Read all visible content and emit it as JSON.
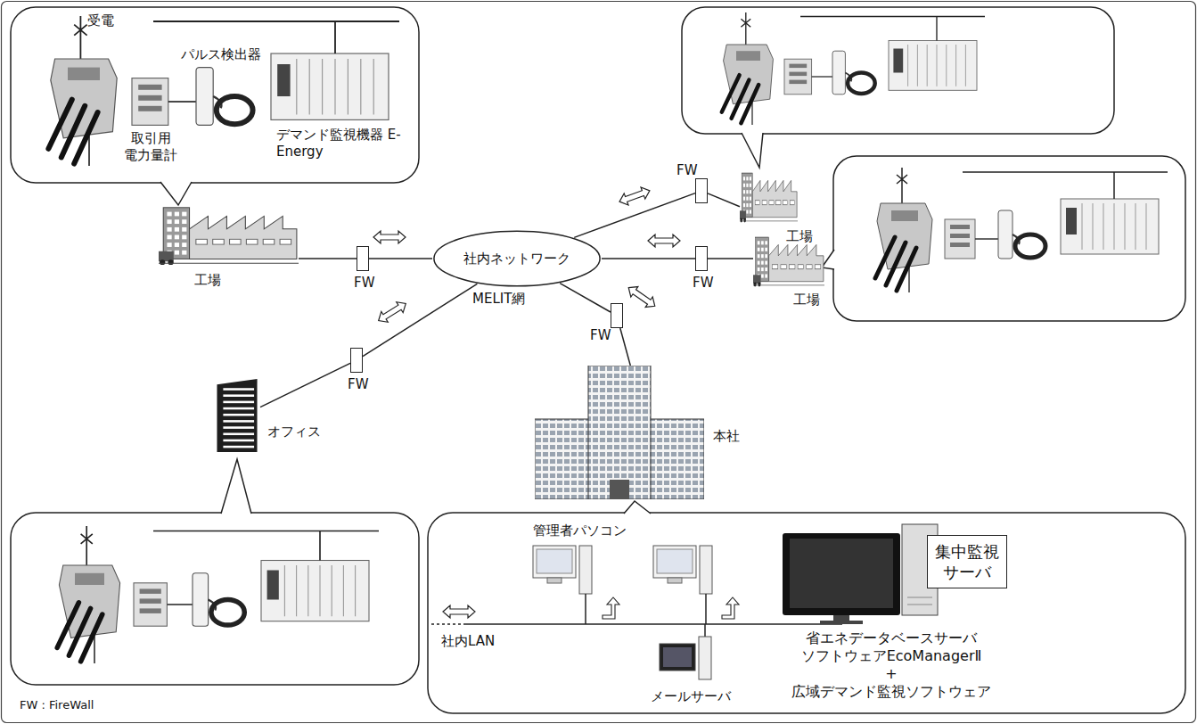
{
  "diagram": {
    "nodes": [
      {
        "text": [
          "社内ネットワーク",
          "MELIT網"
        ]
      },
      {
        "text": [
          "工場"
        ]
      },
      {
        "text": [
          "FW"
        ]
      },
      {
        "text": [
          "工場"
        ]
      },
      {
        "text": [
          "FW"
        ]
      },
      {
        "text": [
          "工場"
        ]
      },
      {
        "text": [
          "FW"
        ]
      },
      {
        "text": [
          "オフィス"
        ]
      },
      {
        "text": [
          "FW"
        ]
      },
      {
        "text": [
          "本社"
        ]
      },
      {
        "text": [
          "FW"
        ]
      },
      {
        "text": [
          "集中監視 サーバ"
        ]
      }
    ],
    "edges": [
      {
        "from": 1,
        "to": 2,
        "arrow": "none"
      },
      {
        "from": 2,
        "to": 0,
        "arrow": "none"
      },
      {
        "from": 3,
        "to": 4,
        "arrow": "none"
      },
      {
        "from": 4,
        "to": 0,
        "arrow": "none"
      },
      {
        "from": 5,
        "to": 6,
        "arrow": "none"
      },
      {
        "from": 6,
        "to": 0,
        "arrow": "none"
      },
      {
        "from": 7,
        "to": 8,
        "arrow": "none"
      },
      {
        "from": 8,
        "to": 0,
        "arrow": "none"
      },
      {
        "from": 9,
        "to": 10,
        "arrow": "none"
      },
      {
        "from": 10,
        "to": 0,
        "arrow": "none"
      }
    ],
    "labels": [
      "受電",
      "取引用 電力量計",
      "パルス検出器",
      "デマンド監視機器 E-Energy",
      "管理者パソコン",
      "社内LAN",
      "メールサーバ",
      "省エネデータベースサーバ ソフトウェアEcoManagerⅡ",
      "+",
      "広域デマンド監視ソフトウェア",
      "FW : FireWall"
    ]
  }
}
